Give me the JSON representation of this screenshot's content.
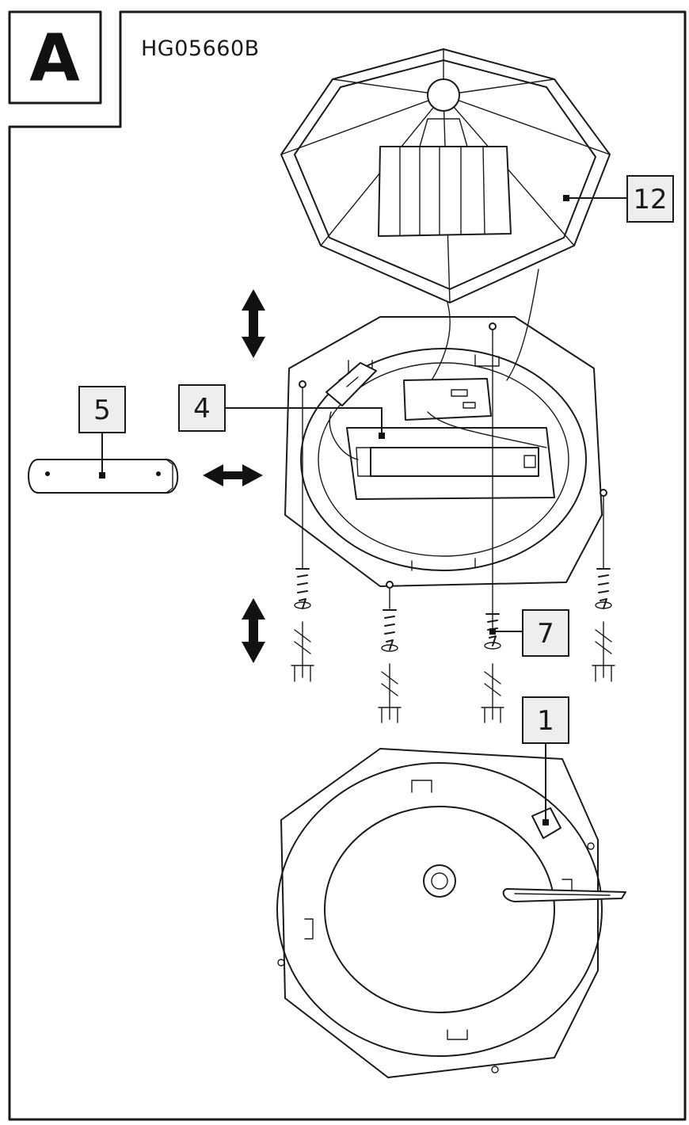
{
  "figure": {
    "section_letter": "A",
    "model_number": "HG05660B"
  },
  "callouts": [
    {
      "id": "12",
      "label": "12"
    },
    {
      "id": "5",
      "label": "5"
    },
    {
      "id": "4",
      "label": "4"
    },
    {
      "id": "7",
      "label": "7"
    },
    {
      "id": "1",
      "label": "1"
    }
  ],
  "colors": {
    "line": "#1a1a1a",
    "label_fill": "#eeeeee",
    "background": "#ffffff"
  }
}
